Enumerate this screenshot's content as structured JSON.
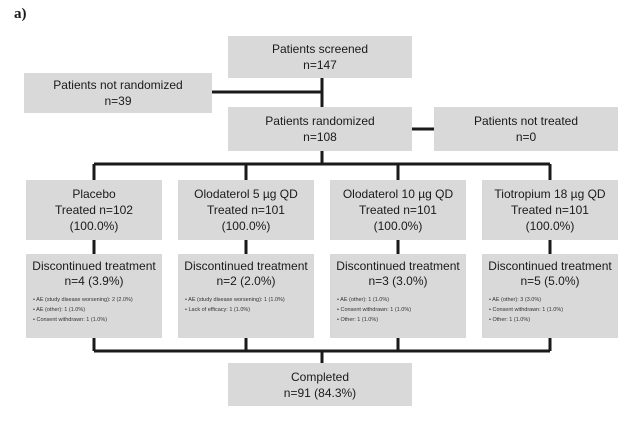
{
  "panel_label": "a)",
  "screened": {
    "title": "Patients screened",
    "count": "n=147"
  },
  "not_randomized": {
    "title": "Patients not randomized",
    "count": "n=39"
  },
  "randomized": {
    "title": "Patients randomized",
    "count": "n=108"
  },
  "not_treated": {
    "title": "Patients not treated",
    "count": "n=0"
  },
  "arms": [
    {
      "name": "Placebo",
      "treated": "Treated n=102",
      "pct": "(100.0%)",
      "disc_title": "Discontinued treatment",
      "disc_count": "n=4 (3.9%)",
      "reasons": [
        "AE (study disease worsening): 2 (2.0%)",
        "AE (other): 1 (1.0%)",
        "Consent withdrawn: 1 (1.0%)"
      ]
    },
    {
      "name": "Olodaterol 5 µg QD",
      "treated": "Treated n=101",
      "pct": "(100.0%)",
      "disc_title": "Discontinued treatment",
      "disc_count": "n=2 (2.0%)",
      "reasons": [
        "AE (study disease worsening): 1 (1.0%)",
        "Lack of efficacy: 1 (1.0%)"
      ]
    },
    {
      "name": "Olodaterol 10 µg QD",
      "treated": "Treated n=101",
      "pct": "(100.0%)",
      "disc_title": "Discontinued treatment",
      "disc_count": "n=3 (3.0%)",
      "reasons": [
        "AE (other): 1 (1.0%)",
        "Consent withdrawn: 1 (1.0%)",
        "Other: 1 (1.0%)"
      ]
    },
    {
      "name": "Tiotropium 18 µg QD",
      "treated": "Treated n=101",
      "pct": "(100.0%)",
      "disc_title": "Discontinued treatment",
      "disc_count": "n=5 (5.0%)",
      "reasons": [
        "AE (other): 3 (3.0%)",
        "Consent withdrawn: 1 (1.0%)",
        "Other: 1 (1.0%)"
      ]
    }
  ],
  "completed": {
    "title": "Completed",
    "count": "n=91 (84.3%)"
  }
}
